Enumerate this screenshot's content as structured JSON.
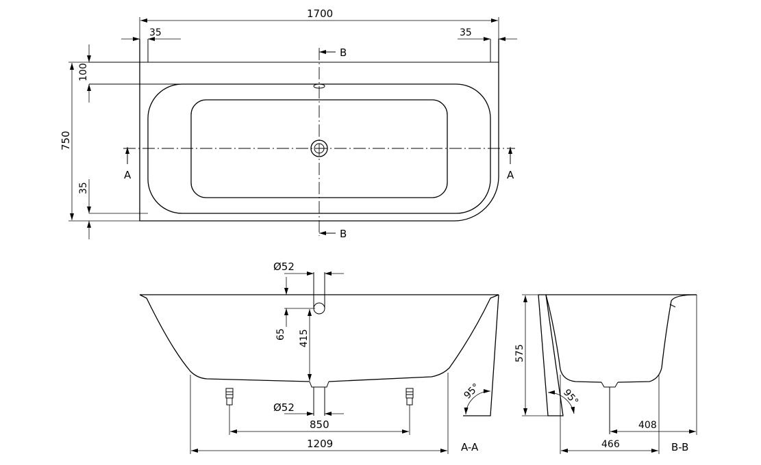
{
  "plan": {
    "overall_length": "1700",
    "rim_left": "35",
    "rim_right": "35",
    "width": "750",
    "rim_top": "100",
    "rim_bottom": "35",
    "section_a": "A",
    "section_b": "B"
  },
  "section_aa": {
    "label": "A-A",
    "overflow_diameter": "Ø52",
    "drain_diameter": "Ø52",
    "overflow_offset": "65",
    "overflow_height": "415",
    "feet_spacing": "850",
    "base_length": "1209",
    "angle": "95°"
  },
  "section_bb": {
    "label": "B-B",
    "height": "575",
    "drain_offset": "408",
    "base_width": "466",
    "angle": "95°"
  }
}
